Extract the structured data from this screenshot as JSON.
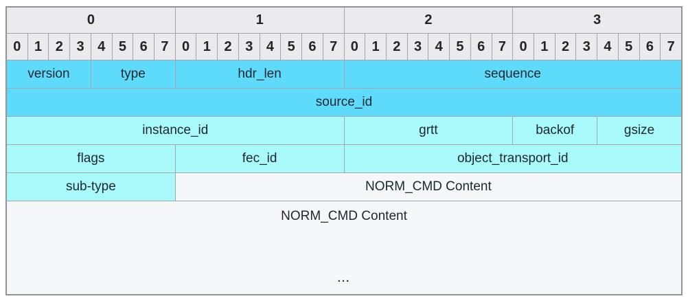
{
  "diagram": {
    "byte_headers": [
      "0",
      "1",
      "2",
      "3"
    ],
    "bit_headers": [
      "0",
      "1",
      "2",
      "3",
      "4",
      "5",
      "6",
      "7",
      "0",
      "1",
      "2",
      "3",
      "4",
      "5",
      "6",
      "7",
      "0",
      "1",
      "2",
      "3",
      "4",
      "5",
      "6",
      "7",
      "0",
      "1",
      "2",
      "3",
      "4",
      "5",
      "6",
      "7"
    ],
    "rows": [
      {
        "cells": [
          {
            "label": "version",
            "span_bits": 4
          },
          {
            "label": "type",
            "span_bits": 4
          },
          {
            "label": "hdr_len",
            "span_bits": 8
          },
          {
            "label": "sequence",
            "span_bits": 16
          }
        ]
      },
      {
        "cells": [
          {
            "label": "source_id",
            "span_bits": 32
          }
        ]
      },
      {
        "cells": [
          {
            "label": "instance_id",
            "span_bits": 16
          },
          {
            "label": "grtt",
            "span_bits": 8
          },
          {
            "label": "backof",
            "span_bits": 4
          },
          {
            "label": "gsize",
            "span_bits": 4
          }
        ]
      },
      {
        "cells": [
          {
            "label": "flags",
            "span_bits": 8
          },
          {
            "label": "fec_id",
            "span_bits": 8
          },
          {
            "label": "object_transport_id",
            "span_bits": 16
          }
        ]
      },
      {
        "cells": [
          {
            "label": "sub-type",
            "span_bits": 8
          },
          {
            "label": "NORM_CMD Content",
            "span_bits": 24
          }
        ]
      }
    ],
    "content_row": {
      "label": "NORM_CMD Content",
      "ellipsis": "..."
    },
    "colors": {
      "field_dark_cyan": "#5edbfa",
      "field_light_cyan": "#a9fafb",
      "header_gray": "#ebebed",
      "content_gray": "#f6f7f9",
      "grid_line": "#a6a6aa",
      "text": "#1b2630"
    }
  }
}
